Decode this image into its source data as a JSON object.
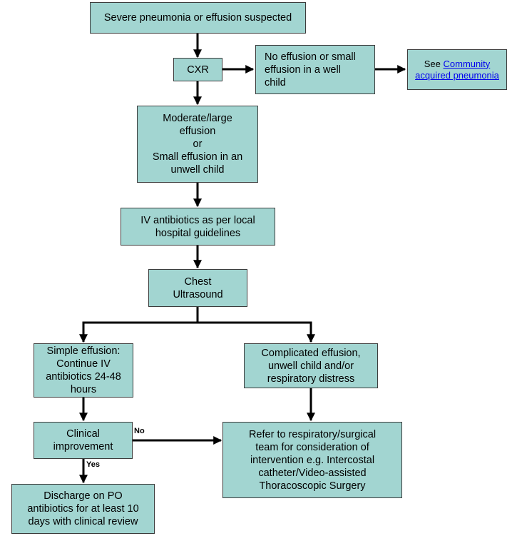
{
  "nodes": {
    "suspected": "Severe pneumonia or effusion suspected",
    "cxr": "CXR",
    "no_effusion": "No effusion or small\neffusion in a well\nchild",
    "see_prefix": "See ",
    "see_link": "Community acquired pneumonia",
    "moderate": "Moderate/large\neffusion\nor\nSmall effusion in an\nunwell child",
    "iv_antibiotics": "IV antibiotics as per local\nhospital guidelines",
    "ultrasound": "Chest\nUltrasound",
    "simple": "Simple effusion:\nContinue IV\nantibiotics 24-48\nhours",
    "complicated": "Complicated effusion,\nunwell child and/or\nrespiratory distress",
    "clinical": "Clinical\nimprovement",
    "refer": "Refer to respiratory/surgical\nteam for consideration of\nintervention e.g. Intercostal\ncatheter/Video-assisted\nThoracoscopic Surgery",
    "discharge": "Discharge on PO\nantibiotics for at least 10\ndays with clinical review"
  },
  "labels": {
    "no": "No",
    "yes": "Yes"
  },
  "colors": {
    "box_fill": "#a2d5d1",
    "box_border": "#3c3c3c",
    "arrow": "#000000",
    "link": "#0000ee"
  }
}
